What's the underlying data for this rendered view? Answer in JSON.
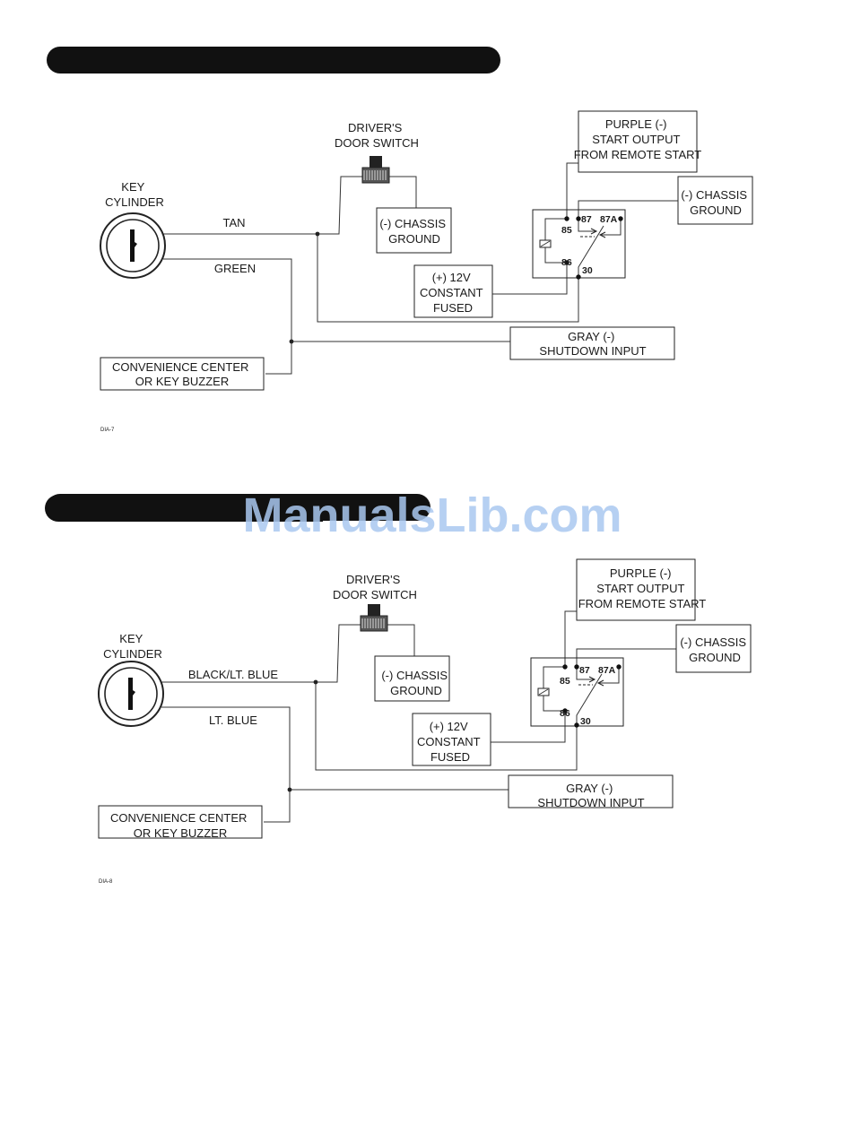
{
  "watermark": "ManualsLib.com",
  "diagrams": [
    {
      "id": "DIA-7",
      "code": "DIA-7",
      "key_cylinder": [
        "KEY",
        "CYLINDER"
      ],
      "door_switch": [
        "DRIVER'S",
        "DOOR SWITCH"
      ],
      "switch_ground": [
        "(-) CHASSIS",
        "GROUND"
      ],
      "relay_ground": [
        "(-) CHASSIS",
        "GROUND"
      ],
      "purple": [
        "PURPLE (-)",
        "START OUTPUT",
        "FROM REMOTE START"
      ],
      "power": [
        "(+) 12V",
        "CONSTANT",
        "FUSED"
      ],
      "gray": [
        "GRAY (-)",
        "SHUTDOWN INPUT"
      ],
      "convenience": [
        "CONVENIENCE CENTER",
        "OR KEY BUZZER"
      ],
      "wire_top": "TAN",
      "wire_bottom": "GREEN",
      "relay_pins": {
        "p85": "85",
        "p86": "86",
        "p87": "87",
        "p87a": "87A",
        "p30": "30"
      }
    },
    {
      "id": "DIA-8",
      "code": "DIA-8",
      "key_cylinder": [
        "KEY",
        "CYLINDER"
      ],
      "door_switch": [
        "DRIVER'S",
        "DOOR SWITCH"
      ],
      "switch_ground": [
        "(-) CHASSIS",
        "GROUND"
      ],
      "relay_ground": [
        "(-) CHASSIS",
        "GROUND"
      ],
      "purple": [
        "PURPLE (-)",
        "START OUTPUT",
        "FROM REMOTE START"
      ],
      "power": [
        "(+) 12V",
        "CONSTANT",
        "FUSED"
      ],
      "gray": [
        "GRAY (-)",
        "SHUTDOWN INPUT"
      ],
      "convenience": [
        "CONVENIENCE CENTER",
        "OR KEY BUZZER"
      ],
      "wire_top": "BLACK/LT. BLUE",
      "wire_bottom": "LT. BLUE",
      "relay_pins": {
        "p85": "85",
        "p86": "86",
        "p87": "87",
        "p87a": "87A",
        "p30": "30"
      }
    }
  ]
}
